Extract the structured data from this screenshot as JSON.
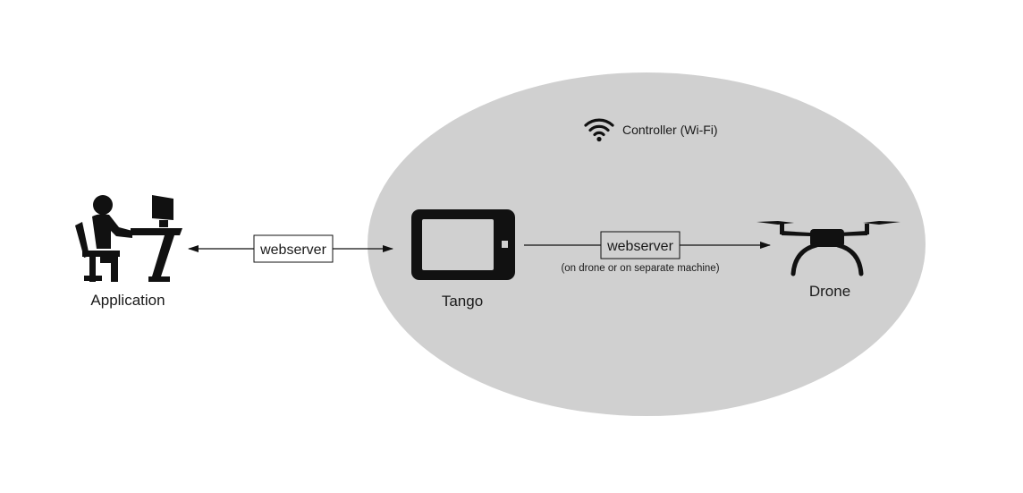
{
  "diagram": {
    "controller_label": "Controller (Wi-Fi)",
    "nodes": {
      "application": {
        "label": "Application",
        "icon": "person-at-computer-icon"
      },
      "tango": {
        "label": "Tango",
        "icon": "tablet-icon"
      },
      "drone": {
        "label": "Drone",
        "icon": "drone-icon"
      }
    },
    "edges": {
      "application_tango": {
        "label": "webserver",
        "direction": "bidirectional"
      },
      "tango_drone": {
        "label": "webserver",
        "note": "(on drone or on separate machine)",
        "direction": "to-drone"
      }
    },
    "colors": {
      "ellipse_fill": "#d0d0d0",
      "ink": "#111111"
    }
  }
}
